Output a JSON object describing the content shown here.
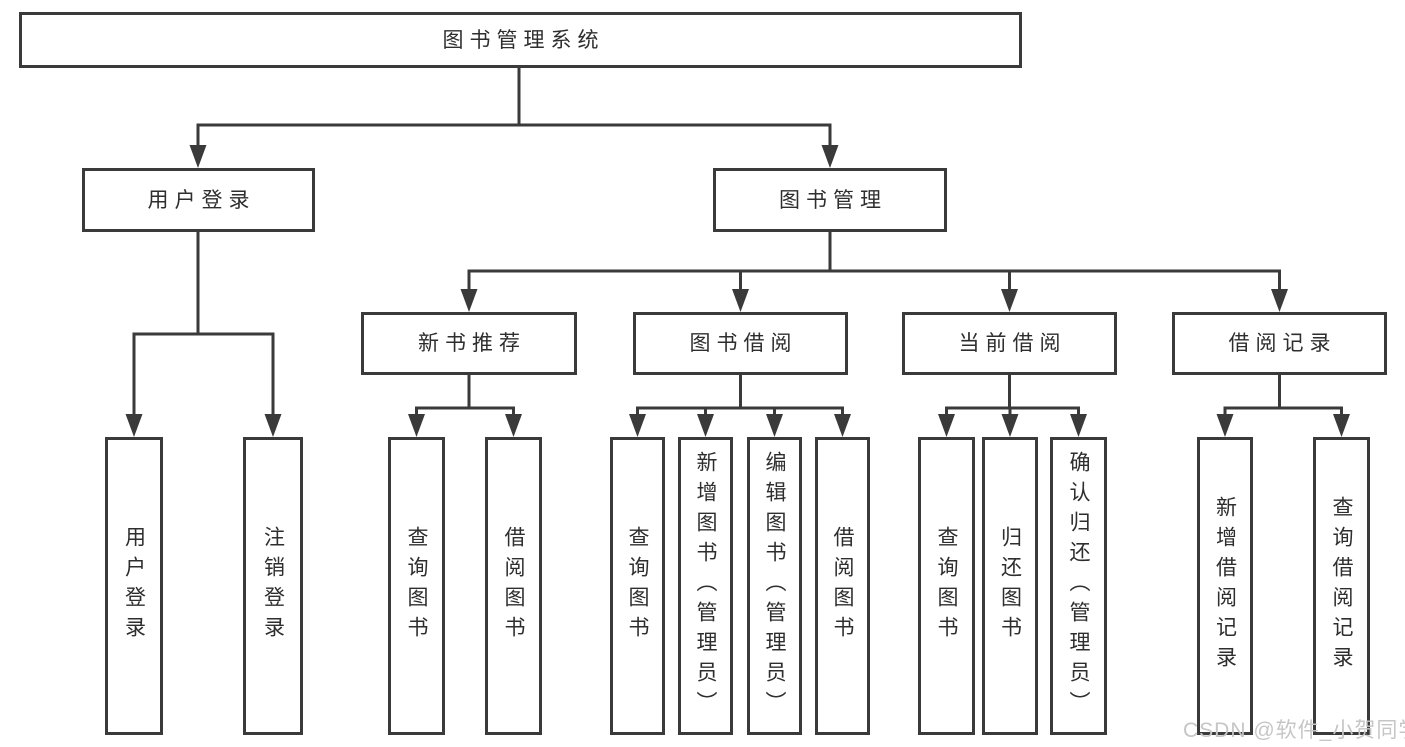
{
  "diagram": {
    "root": {
      "label": "图书管理系统",
      "children": [
        {
          "label": "用户登录",
          "children": [
            {
              "label": "用户登录"
            },
            {
              "label": "注销登录"
            }
          ]
        },
        {
          "label": "图书管理",
          "children": [
            {
              "label": "新书推荐",
              "children": [
                {
                  "label": "查询图书"
                },
                {
                  "label": "借阅图书"
                }
              ]
            },
            {
              "label": "图书借阅",
              "children": [
                {
                  "label": "查询图书"
                },
                {
                  "label": "新增图书（管理员）"
                },
                {
                  "label": "编辑图书（管理员）"
                },
                {
                  "label": "借阅图书"
                }
              ]
            },
            {
              "label": "当前借阅",
              "children": [
                {
                  "label": "查询图书"
                },
                {
                  "label": "归还图书"
                },
                {
                  "label": "确认归还（管理员）"
                }
              ]
            },
            {
              "label": "借阅记录",
              "children": [
                {
                  "label": "新增借阅记录"
                },
                {
                  "label": "查询借阅记录"
                }
              ]
            }
          ]
        }
      ]
    }
  },
  "watermark": {
    "text": "CSDN @软件_小贺同学",
    "color": "#c6c6c6"
  },
  "colors": {
    "line": "#3a3a3a",
    "text": "#2e2e2e",
    "background": "#ffffff"
  }
}
